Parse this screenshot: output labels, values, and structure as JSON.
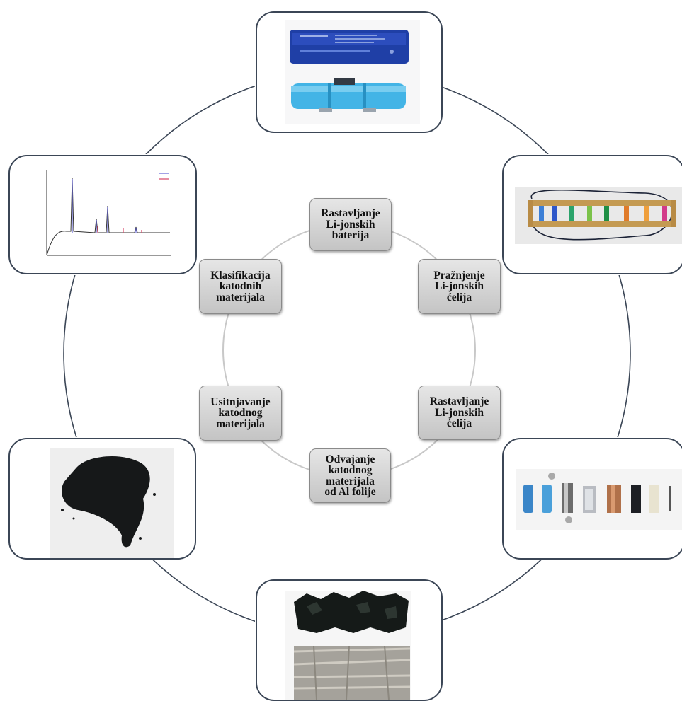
{
  "steps": [
    {
      "name": "step-rastavljanje-baterija",
      "text": "Rastavljanje\nLi-jonskih\nbaterija"
    },
    {
      "name": "step-praznjenje-celija",
      "text": "Pražnjenje\nLi-jonskih\nćelija"
    },
    {
      "name": "step-rastavljanje-celija",
      "text": "Rastavljanje\nLi-jonskih\nćelija"
    },
    {
      "name": "step-odvajanje",
      "text": "Odvajanje\nkatodnog\nmaterijala\nod Al folije"
    },
    {
      "name": "step-usitnjavanje",
      "text": "Usitnjavanje\nkatodnog\nmaterijala"
    },
    {
      "name": "step-klasifikacija",
      "text": "Klasifikacija\nkatodnih\nmaterijala"
    }
  ],
  "photos": [
    {
      "name": "photo-laptop-battery-pack",
      "depicts": "laptop battery pack and its cells"
    },
    {
      "name": "photo-cell-discharge-rig",
      "depicts": "cells wired on a wooden rack for discharge"
    },
    {
      "name": "photo-disassembled-cells",
      "depicts": "disassembled cylindrical cell components"
    },
    {
      "name": "photo-cathode-and-al-foil",
      "depicts": "cathode material flakes above aluminium foil"
    },
    {
      "name": "photo-black-powder",
      "depicts": "ground black cathode powder"
    },
    {
      "name": "photo-xrd-pattern",
      "depicts": "X-ray diffraction pattern plot"
    }
  ],
  "colors": {
    "outer_ring": "#3b4656",
    "inner_ring": "#c8c8c8",
    "step_fill_top": "#e6e6e6",
    "step_fill_bottom": "#c4c4c4",
    "photo_border": "#3b4656"
  }
}
